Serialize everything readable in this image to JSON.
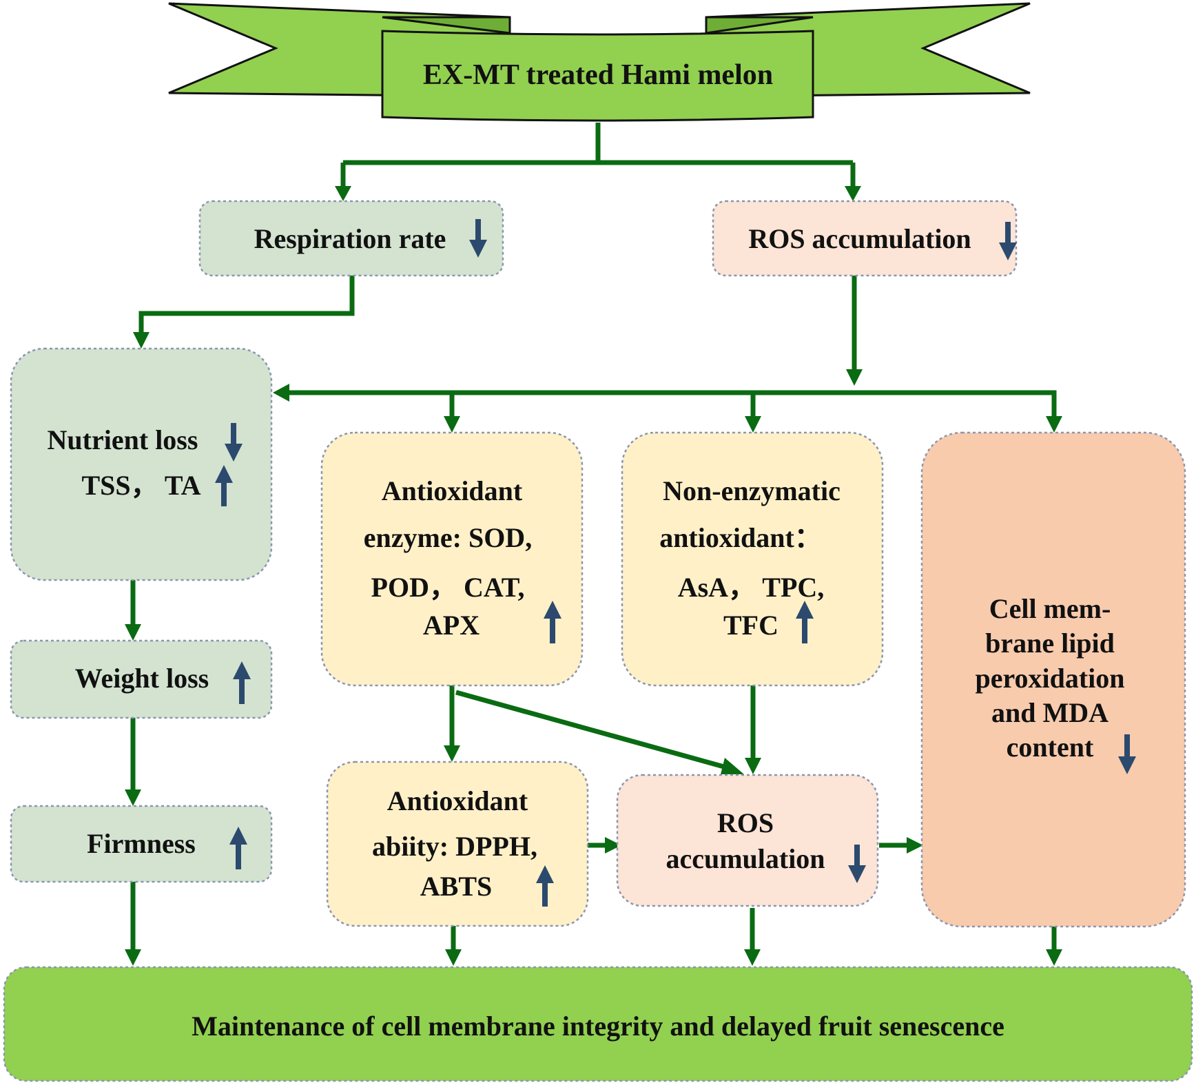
{
  "colors": {
    "banner": "#92d050",
    "banner_fold": "#6fae36",
    "green_box": "#d3e3d0",
    "pale_yellow": "#fff0c8",
    "pale_peach": "#fce4d6",
    "peach": "#f8cbad",
    "connector": "#0a6b12",
    "trend_arrow": "#2c4a6e",
    "box_border": "#8a96b0"
  },
  "title": {
    "text": "EX-MT treated Hami melon",
    "shape": "ribbon-banner"
  },
  "nodes": {
    "respiration": {
      "lines": [
        "Respiration rate"
      ],
      "trend": "down"
    },
    "ros_top": {
      "lines": [
        "ROS accumulation"
      ],
      "trend": "down"
    },
    "nutrient": {
      "lines": [
        "Nutrient loss",
        "TSS， TA"
      ],
      "trends": [
        "down",
        "up"
      ]
    },
    "weight": {
      "lines": [
        "Weight loss"
      ],
      "trend": "up"
    },
    "firmness": {
      "lines": [
        "Firmness"
      ],
      "trend": "up"
    },
    "enzyme": {
      "lines": [
        "Antioxidant",
        "enzyme: SOD,",
        "POD， CAT,",
        "APX"
      ],
      "trend": "up"
    },
    "nonenzyme": {
      "lines": [
        "Non-enzymatic",
        "antioxidant：",
        "AsA， TPC,",
        "TFC"
      ],
      "trend": "up"
    },
    "membrane": {
      "lines": [
        "Cell mem-",
        "brane lipid",
        "peroxidation",
        "and MDA",
        "content"
      ],
      "trend": "down"
    },
    "ability": {
      "lines": [
        "Antioxidant",
        "abiity: DPPH,",
        "ABTS"
      ],
      "trend": "up"
    },
    "ros_bottom": {
      "lines": [
        "ROS",
        "accumulation"
      ],
      "trend": "down"
    },
    "outcome": {
      "lines": [
        "Maintenance of cell membrane integrity and delayed fruit senescence"
      ]
    }
  },
  "edges": [
    {
      "from": "title",
      "to": "respiration"
    },
    {
      "from": "title",
      "to": "ros_top"
    },
    {
      "from": "respiration",
      "to": "nutrient"
    },
    {
      "from": "ros_top",
      "to": "nutrient"
    },
    {
      "from": "ros_top",
      "to": "enzyme"
    },
    {
      "from": "ros_top",
      "to": "nonenzyme"
    },
    {
      "from": "ros_top",
      "to": "membrane"
    },
    {
      "from": "nutrient",
      "to": "weight"
    },
    {
      "from": "weight",
      "to": "firmness"
    },
    {
      "from": "firmness",
      "to": "outcome"
    },
    {
      "from": "enzyme",
      "to": "ability"
    },
    {
      "from": "enzyme",
      "to": "ros_bottom"
    },
    {
      "from": "nonenzyme",
      "to": "ros_bottom"
    },
    {
      "from": "ability",
      "to": "ros_bottom"
    },
    {
      "from": "ros_bottom",
      "to": "membrane"
    },
    {
      "from": "ability",
      "to": "outcome"
    },
    {
      "from": "ros_bottom",
      "to": "outcome"
    },
    {
      "from": "membrane",
      "to": "outcome"
    }
  ]
}
